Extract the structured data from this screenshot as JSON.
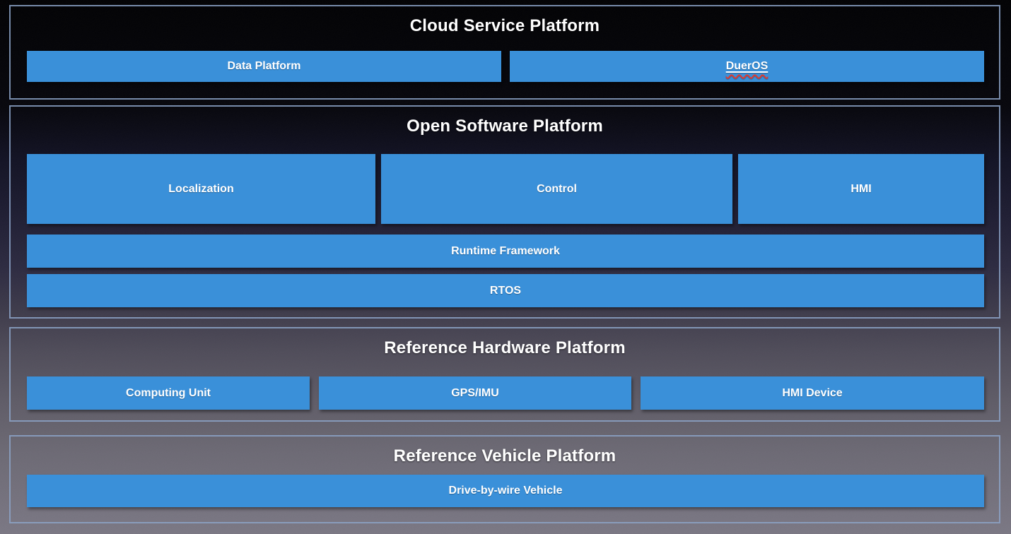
{
  "diagram": {
    "cloud": {
      "title": "Cloud Service Platform",
      "data_platform": "Data Platform",
      "dueros": "DuerOS"
    },
    "software": {
      "title": "Open Software Platform",
      "localization": "Localization",
      "control": "Control",
      "hmi": "HMI",
      "runtime": "Runtime Framework",
      "rtos": "RTOS"
    },
    "hardware": {
      "title": "Reference Hardware Platform",
      "computing_unit": "Computing Unit",
      "gps_imu": "GPS/IMU",
      "hmi_device": "HMI Device"
    },
    "vehicle": {
      "title": "Reference Vehicle Platform",
      "drive_by_wire": "Drive-by-wire Vehicle"
    }
  },
  "colors": {
    "block_blue": "#3a90d9",
    "frame_border": "#8ca3c7",
    "background_top": "#020204",
    "background_bottom": "#7b7884",
    "title_text": "#ffffff",
    "block_text": "#ffffff",
    "spellcheck_underline": "#e03a2e"
  }
}
